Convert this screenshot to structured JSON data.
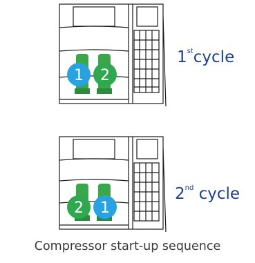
{
  "caption": "Compressor start-up sequence",
  "colors": {
    "order_1": "#29a3e0",
    "order_2": "#2fa84f",
    "compressor": "#3aa84a",
    "label": "#1f3f8f",
    "line": "#1a1a1a"
  },
  "cycles": [
    {
      "number": "1",
      "suffix": "st",
      "word": "cycle",
      "left_badge": "1",
      "right_badge": "2",
      "left_badge_color": "order_1",
      "right_badge_color": "order_2"
    },
    {
      "number": "2",
      "suffix": "nd",
      "word": "cycle",
      "left_badge": "2",
      "right_badge": "1",
      "left_badge_color": "order_2",
      "right_badge_color": "order_1"
    }
  ]
}
